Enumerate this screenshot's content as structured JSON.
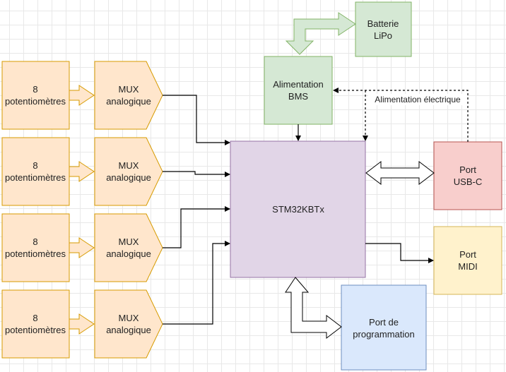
{
  "colors": {
    "orange_fill": "#ffe6cc",
    "orange_stroke": "#d79b00",
    "green_fill": "#d5e8d4",
    "green_stroke": "#82b366",
    "purple_fill": "#e1d5e7",
    "purple_stroke": "#9673a6",
    "red_fill": "#f8cecc",
    "red_stroke": "#b85450",
    "yellow_fill": "#fff2cc",
    "yellow_stroke": "#d6b656",
    "blue_fill": "#dae8fc",
    "blue_stroke": "#6c8ebf"
  },
  "pot_groups": [
    {
      "pots_line1": "8",
      "pots_line2": "potentiomètres",
      "mux_line1": "MUX",
      "mux_line2": "analogique"
    },
    {
      "pots_line1": "8",
      "pots_line2": "potentiomètres",
      "mux_line1": "MUX",
      "mux_line2": "analogique"
    },
    {
      "pots_line1": "8",
      "pots_line2": "potentiomètres",
      "mux_line1": "MUX",
      "mux_line2": "analogique"
    },
    {
      "pots_line1": "8",
      "pots_line2": "potentiomètres",
      "mux_line1": "MUX",
      "mux_line2": "analogique"
    }
  ],
  "battery": {
    "line1": "Batterie",
    "line2": "LiPo"
  },
  "bms": {
    "line1": "Alimentation",
    "line2": "BMS"
  },
  "mcu": {
    "label": "STM32KBTx"
  },
  "usb": {
    "line1": "Port",
    "line2": "USB-C"
  },
  "midi": {
    "line1": "Port",
    "line2": "MIDI"
  },
  "prog": {
    "line1": "Port de",
    "line2": "programmation"
  },
  "power_label": "Alimentation électrique"
}
